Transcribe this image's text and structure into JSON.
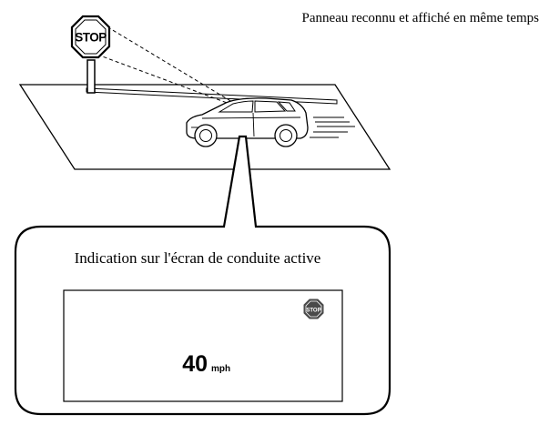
{
  "caption": {
    "top_right": "Panneau reconnu et affiché en même temps"
  },
  "road_sign": {
    "icon": "stop-sign-icon",
    "text": "STOP"
  },
  "callout": {
    "title": "Indication sur l'écran de conduite active",
    "display": {
      "sign_icon_text": "STOP",
      "speed_value": "40",
      "speed_unit": "mph"
    }
  },
  "colors": {
    "line": "#000000",
    "background": "#ffffff"
  }
}
